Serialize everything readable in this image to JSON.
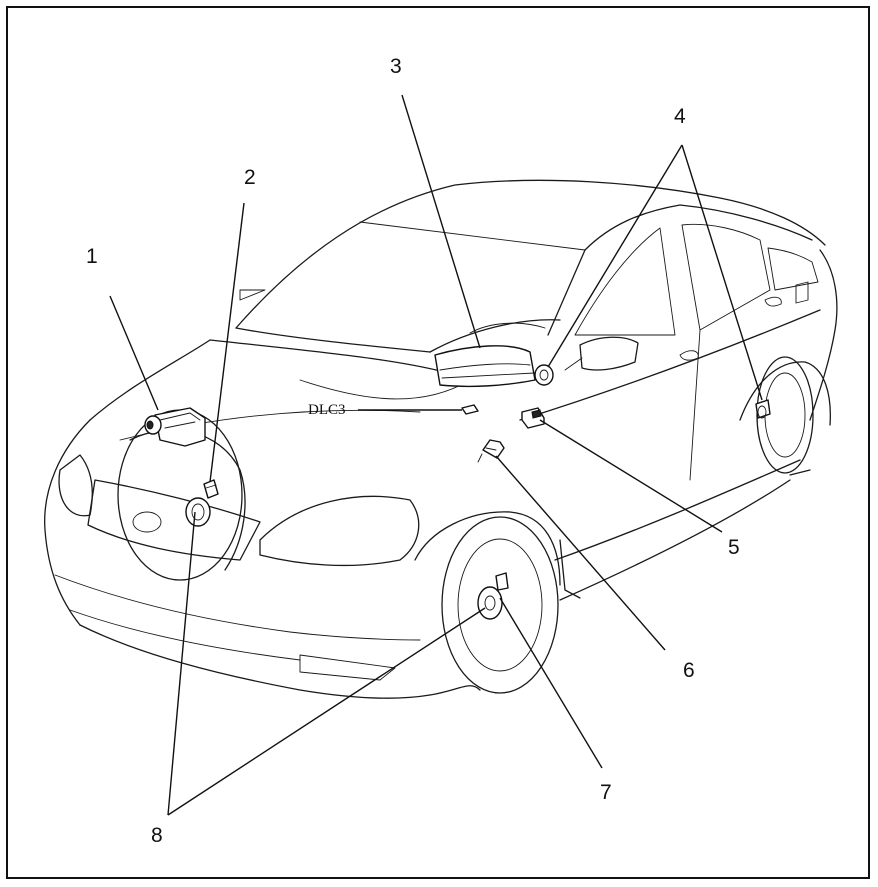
{
  "callouts": {
    "n1": "1",
    "n2": "2",
    "n3": "3",
    "n4": "4",
    "n5": "5",
    "n6": "6",
    "n7": "7",
    "n8": "8",
    "dlc": "DLC3"
  },
  "colors": {
    "line": "#1a1a1a",
    "background": "#ffffff"
  }
}
